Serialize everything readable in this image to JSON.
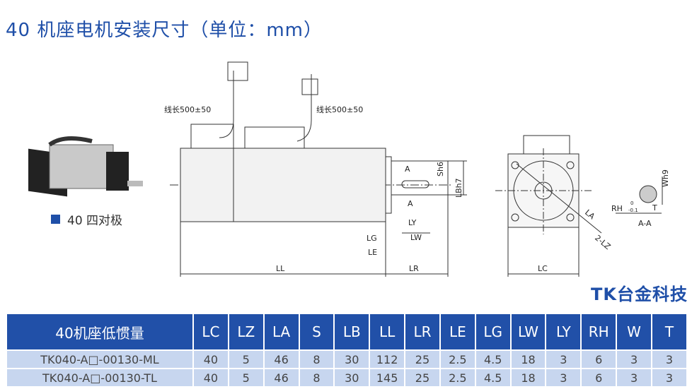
{
  "title": "40 机座电机安装尺寸（单位：mm）",
  "legend": "40 四对极",
  "drawing_labels": {
    "cable1": "线长500±50",
    "cable2": "线长500±50",
    "sh6": "Sh6",
    "lbh7": "LBh7",
    "a_top": "A",
    "a_bottom": "A",
    "ly": "LY",
    "lw": "LW",
    "lg": "LG",
    "le": "LE",
    "ll": "LL",
    "lr": "LR",
    "lc": "LC",
    "la": "LA",
    "lz": "2-LZ",
    "wh9": "Wh9",
    "rh": "RH",
    "rh_tol_upper": "0",
    "rh_tol_lower": "-0.1",
    "t": "T",
    "section": "A-A"
  },
  "table": {
    "headers": [
      "40机座低惯量",
      "LC",
      "LZ",
      "LA",
      "S",
      "LB",
      "LL",
      "LR",
      "LE",
      "LG",
      "LW",
      "LY",
      "RH",
      "W",
      "T"
    ],
    "rows": [
      [
        "TK040-A□-00130-ML",
        "40",
        "5",
        "46",
        "8",
        "30",
        "112",
        "25",
        "2.5",
        "4.5",
        "18",
        "3",
        "6",
        "3",
        "3"
      ],
      [
        "TK040-A□-00130-TL",
        "40",
        "5",
        "46",
        "8",
        "30",
        "145",
        "25",
        "2.5",
        "4.5",
        "18",
        "3",
        "6",
        "3",
        "3"
      ]
    ]
  },
  "watermark": "TK台金科技"
}
